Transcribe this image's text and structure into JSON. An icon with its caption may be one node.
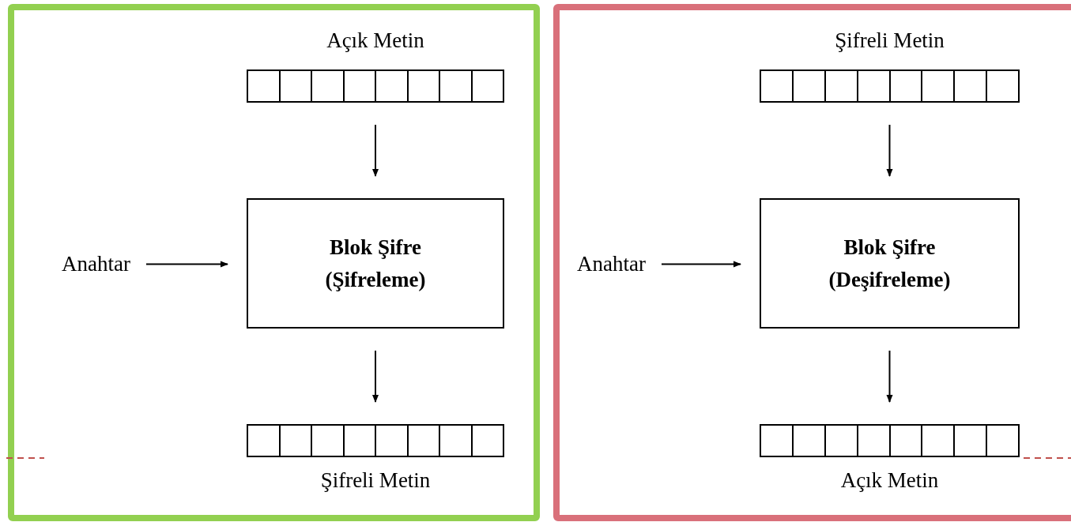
{
  "diagram": {
    "nodes": [
      {
        "text": [],
        "shape": "box"
      },
      {
        "text": [
          "Açık Metin"
        ],
        "in": 0
      },
      {
        "text": [
          "Anahtar"
        ],
        "in": 0
      },
      {
        "text": [
          "Blok Şifre",
          "(Şifreleme)"
        ],
        "in": 0
      },
      {
        "text": [
          "Şifreli Metin"
        ],
        "in": 0
      },
      {
        "text": [],
        "shape": "box"
      },
      {
        "text": [
          "Şifreli Metin"
        ],
        "in": 5
      },
      {
        "text": [
          "Anahtar"
        ],
        "in": 5
      },
      {
        "text": [
          "Blok Şifre",
          "(Deşifreleme)"
        ],
        "in": 5
      },
      {
        "text": [
          "Açık Metin"
        ],
        "in": 5
      }
    ],
    "edges": [
      {
        "from": 1,
        "to": 3,
        "arrow": "to"
      },
      {
        "from": 2,
        "to": 3,
        "arrow": "to"
      },
      {
        "from": 3,
        "to": 4,
        "arrow": "to"
      },
      {
        "from": 6,
        "to": 8,
        "arrow": "to"
      },
      {
        "from": 7,
        "to": 8,
        "arrow": "to"
      },
      {
        "from": 8,
        "to": 9,
        "arrow": "to"
      }
    ]
  }
}
